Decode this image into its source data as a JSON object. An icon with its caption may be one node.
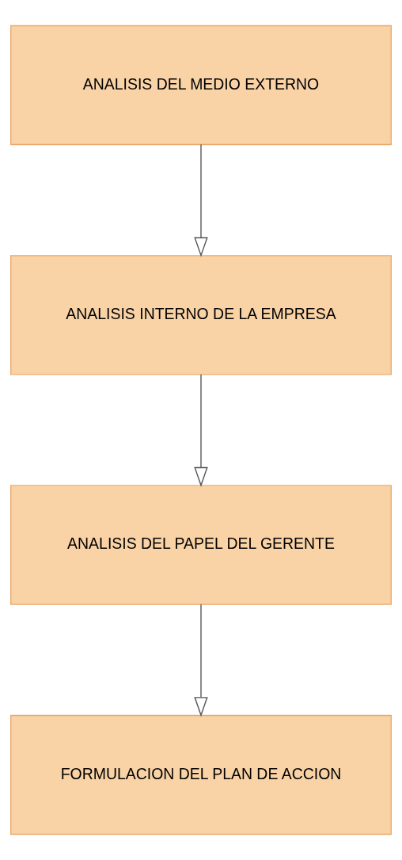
{
  "diagram": {
    "nodes": [
      {
        "text": [
          "ANALISIS DEL MEDIO EXTERNO"
        ]
      },
      {
        "text": [
          "ANALISIS INTERNO DE LA EMPRESA"
        ]
      },
      {
        "text": [
          "ANALISIS DEL PAPEL DEL GERENTE"
        ]
      },
      {
        "text": [
          "FORMULACION DEL PLAN DE ACCION"
        ]
      }
    ],
    "edges": [
      {
        "from": 0,
        "to": 1,
        "arrow": "to"
      },
      {
        "from": 1,
        "to": 2,
        "arrow": "to"
      },
      {
        "from": 2,
        "to": 3,
        "arrow": "to"
      }
    ]
  }
}
